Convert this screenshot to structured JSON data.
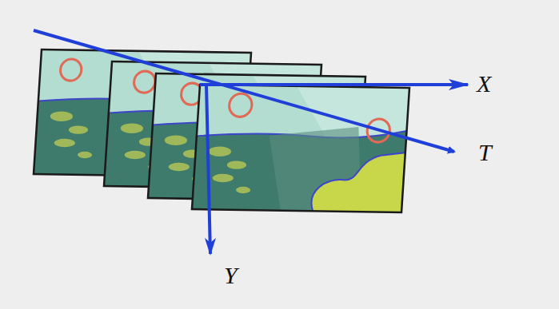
{
  "diagram": {
    "labels": [
      "X",
      "T",
      "Y"
    ]
  }
}
